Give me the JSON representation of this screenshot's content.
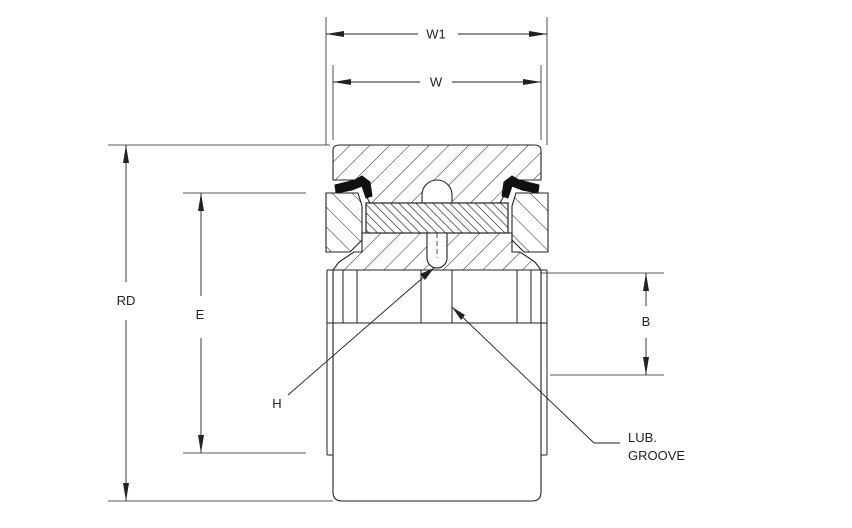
{
  "labels": {
    "w1": "W1",
    "w": "W",
    "rd": "RD",
    "e": "E",
    "b": "B",
    "h": "H",
    "lub_line1": "LUB.",
    "lub_line2": "GROOVE"
  },
  "colors": {
    "line": "#222222",
    "seal": "#111111",
    "background": "#ffffff"
  }
}
